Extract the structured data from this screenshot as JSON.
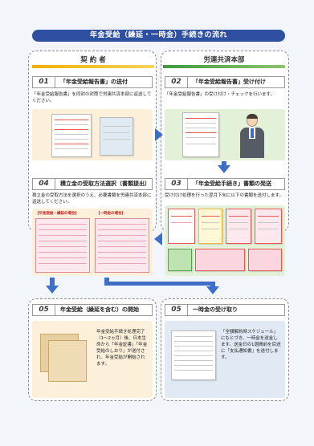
{
  "title": "年金受給（繰延・一時金）手続きの流れ",
  "columns": {
    "left": "契 約 者",
    "right": "労連共済本部"
  },
  "steps": [
    {
      "num": "01",
      "label": "「年金受給報告書」の送付",
      "desc": "「年金受給報告書」を同封の封筒で労連共済本部に返送してください。"
    },
    {
      "num": "02",
      "label": "「年金受給報告書」受け付け",
      "desc": "「年金受給報告書」の受け付け・チェックを行います。"
    },
    {
      "num": "03",
      "label": "「年金受給手続き」書類の発送",
      "desc": "受け付け処理を行った翌月下旬に以下の書類を送付します。"
    },
    {
      "num": "04",
      "label": "積立金の受取方法選択（書類提出）",
      "desc": "積立金の受取方法を選択のうえ、必要書類を労連共済本部に返送してください。"
    },
    {
      "num": "05",
      "label": "年金受給（繰延を含む）の開始",
      "desc": "年金受給手続き処理完了（1〜2ヵ月）後、日本生命から「年金証書」「年金受給のしおり」が送付され、年金受給が開始されます。"
    },
    {
      "num": "05",
      "label": "一時金の受け取り",
      "desc": "「全額解約時スケジュール」にもとづき、一時金を送金します。送金日の1週間前を目途に「支払通知書」を送付します。"
    }
  ],
  "tags": {
    "nenkin": "【年金受給・繰延の場合】",
    "ichiji": "【一時金の場合】"
  },
  "colors": {
    "title_band": "#2f4fa0",
    "arrow": "#3e6fc8",
    "left_bar": "#f0b200",
    "right_bar": "#3e9a3e",
    "panel_left": "#fdf0db",
    "panel_right": "#e3f1d9",
    "panel_blue": "#e1e9f5"
  }
}
